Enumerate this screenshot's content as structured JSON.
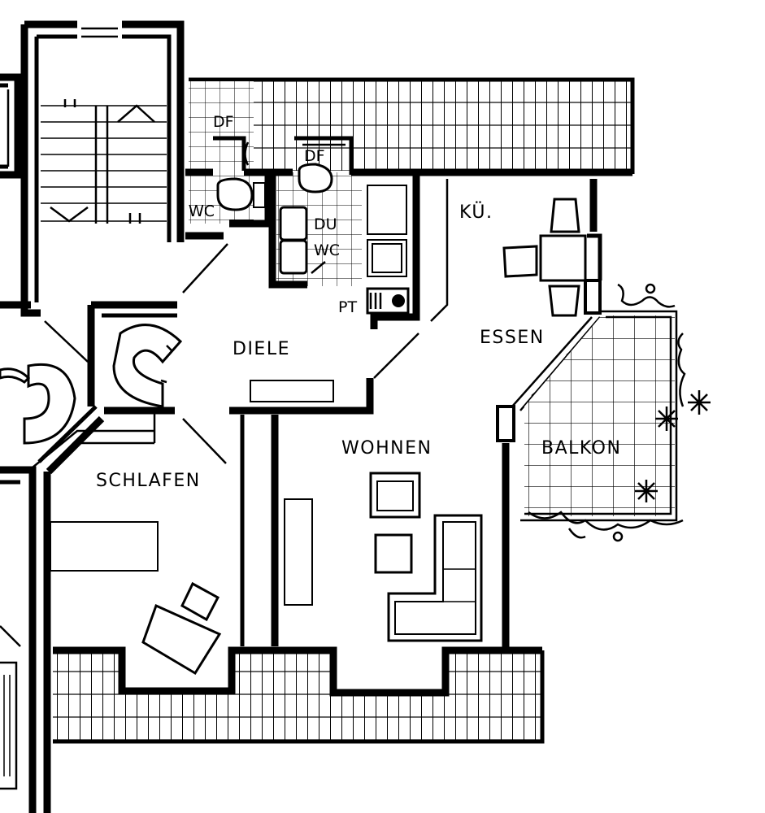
{
  "rooms": {
    "dachfenster_1": "DF",
    "dachfenster_2": "DF",
    "wc_1": "WC",
    "du": "DU",
    "wc_2": "WC",
    "kueche": "KÜ.",
    "pt": "PT",
    "essen": "ESSEN",
    "diele": "DIELE",
    "wohnen": "WOHNEN",
    "balkon": "BALKON",
    "schlafen": "SCHLAFEN"
  }
}
